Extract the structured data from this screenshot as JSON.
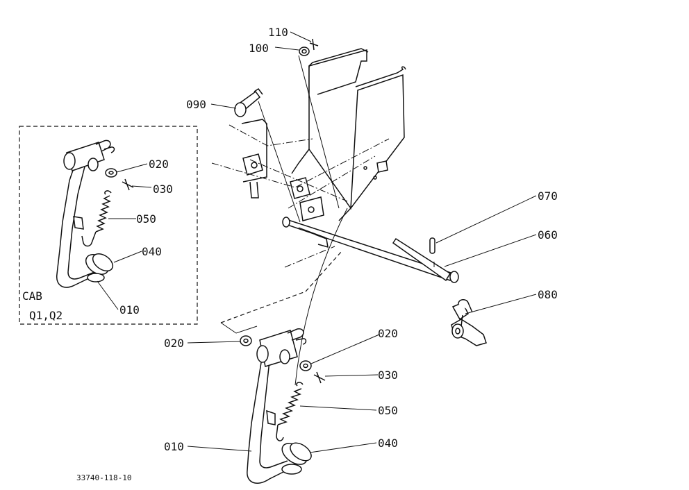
{
  "drawing_number": "33740-118-10",
  "inset": {
    "title": "CAB",
    "models": "Q1,Q2"
  },
  "callouts": {
    "c110": "110",
    "c100": "100",
    "c090": "090",
    "c070": "070",
    "c060": "060",
    "c080": "080",
    "main_020_left": "020",
    "main_020_right": "020",
    "main_030": "030",
    "main_050": "050",
    "main_040": "040",
    "main_010": "010",
    "inset_020": "020",
    "inset_030": "030",
    "inset_050": "050",
    "inset_040": "040",
    "inset_010": "010"
  }
}
